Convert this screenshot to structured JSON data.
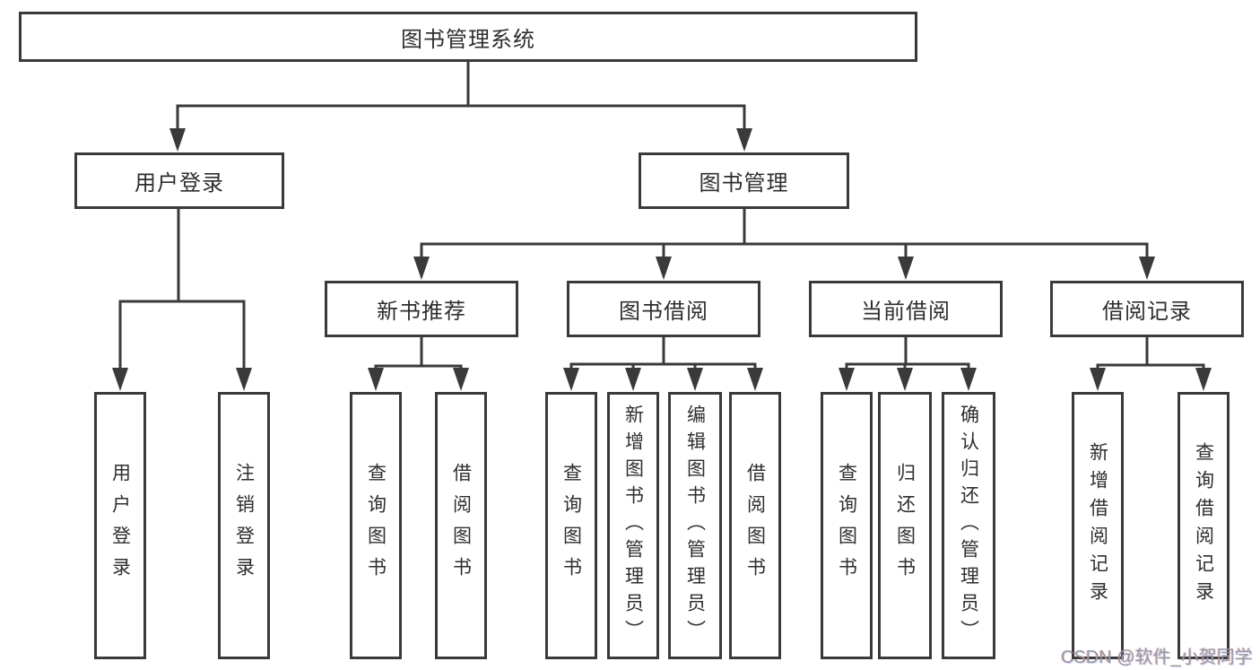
{
  "diagram_title": "图书管理系统",
  "colors": {
    "line": "#3a3a3a",
    "box_border": "#3a3a3a",
    "text": "#2e2e2e",
    "watermark": "#9a9a9a",
    "background": "#ffffff"
  },
  "tree": {
    "root": "图书管理系统",
    "user_login": {
      "label": "用户登录",
      "children": [
        "用户登录",
        "注销登录"
      ]
    },
    "book_mgmt": {
      "label": "图书管理",
      "sections": [
        {
          "label": "新书推荐",
          "children": [
            "查询图书",
            "借阅图书"
          ]
        },
        {
          "label": "图书借阅",
          "children": [
            "查询图书",
            "新增图书（管理员）",
            "编辑图书（管理员）",
            "借阅图书"
          ]
        },
        {
          "label": "当前借阅",
          "children": [
            "查询图书",
            "归还图书",
            "确认归还（管理员）"
          ]
        },
        {
          "label": "借阅记录",
          "children": [
            "新增借阅记录",
            "查询借阅记录"
          ]
        }
      ]
    }
  },
  "watermark": "CSDN @软件_小贺同学"
}
